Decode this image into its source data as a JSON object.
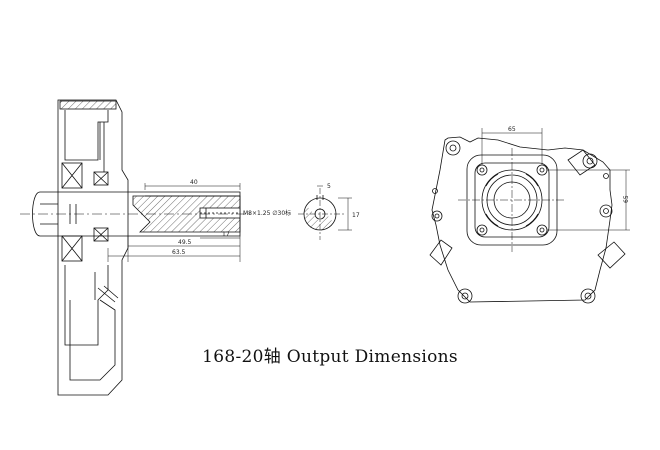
{
  "caption": "168-20轴 Output Dimensions",
  "side_view": {
    "dim_keyway_length": "40",
    "dim_thread": "M8×1.25 ∅30标",
    "dim_hole_depth": "17",
    "dim_to_flange": "49.5",
    "dim_overall": "63.5"
  },
  "shaft_section": {
    "dim_key_width": "5",
    "dim_key_height": "17"
  },
  "front_view": {
    "dim_bolt_horizontal": "65",
    "dim_bolt_vertical": "65"
  }
}
